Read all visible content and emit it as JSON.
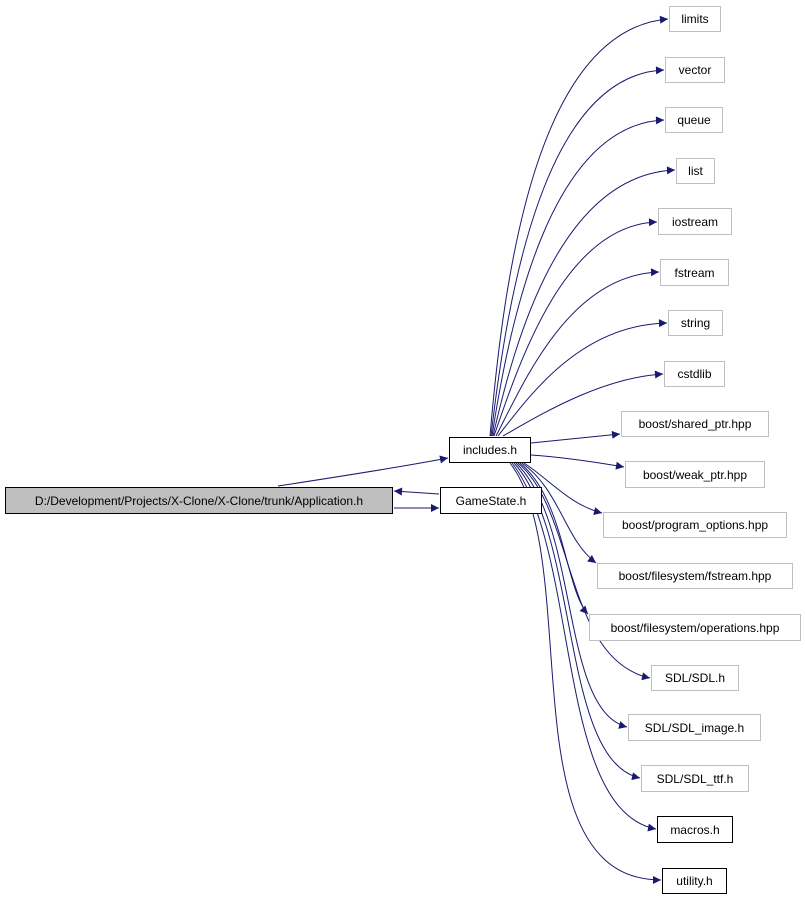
{
  "colors": {
    "edge": "#191970",
    "root_fill": "#bfbfbf",
    "documented_border": "#000000",
    "external_border": "#bfbfbf",
    "background": "#ffffff"
  },
  "nodes": {
    "application": {
      "label": "D:/Development/Projects/X-Clone/X-Clone/trunk/Application.h"
    },
    "includes": {
      "label": "includes.h"
    },
    "gamestate": {
      "label": "GameState.h"
    },
    "limits": {
      "label": "limits"
    },
    "vector": {
      "label": "vector"
    },
    "queue": {
      "label": "queue"
    },
    "list": {
      "label": "list"
    },
    "iostream": {
      "label": "iostream"
    },
    "fstream": {
      "label": "fstream"
    },
    "string": {
      "label": "string"
    },
    "cstdlib": {
      "label": "cstdlib"
    },
    "shared_ptr": {
      "label": "boost/shared_ptr.hpp"
    },
    "weak_ptr": {
      "label": "boost/weak_ptr.hpp"
    },
    "program_options": {
      "label": "boost/program_options.hpp"
    },
    "fs_fstream": {
      "label": "boost/filesystem/fstream.hpp"
    },
    "fs_operations": {
      "label": "boost/filesystem/operations.hpp"
    },
    "sdl": {
      "label": "SDL/SDL.h"
    },
    "sdl_image": {
      "label": "SDL/SDL_image.h"
    },
    "sdl_ttf": {
      "label": "SDL/SDL_ttf.h"
    },
    "macros": {
      "label": "macros.h"
    },
    "utility": {
      "label": "utility.h"
    }
  }
}
